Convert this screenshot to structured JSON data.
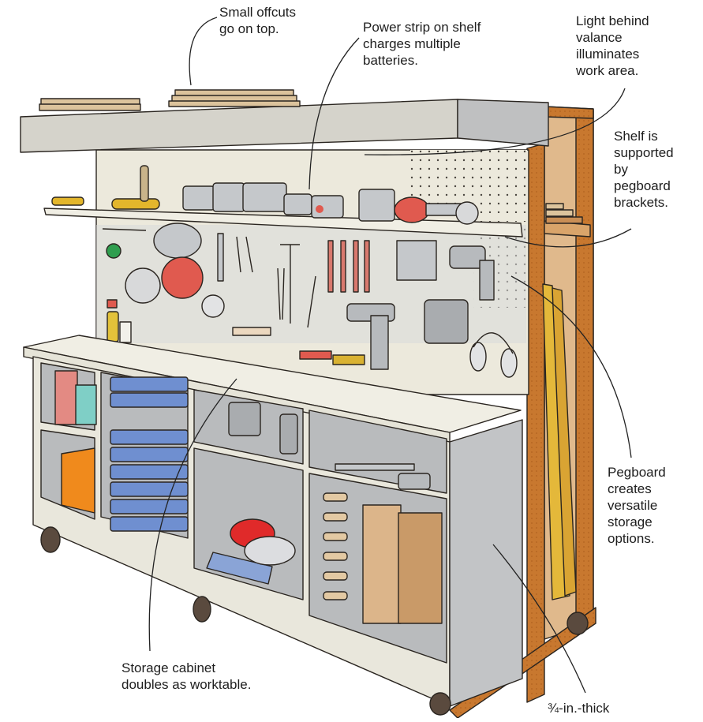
{
  "figure": {
    "title": "Mobile tool storage cart with pegboard, storage cabinet and lumber rack",
    "colors": {
      "cabinet": "#e9e7dc",
      "cabinet_shadow": "#b9bbbd",
      "pegboard": "#ece9dc",
      "plywood_frame": "#c8782f",
      "plywood_light": "#e0b98c",
      "offcuts": "#dcc39c",
      "organizer_blue": "#6f8fd0",
      "accent_red": "#e05a4f",
      "accent_orange": "#f08a1c",
      "accent_teal": "#7fcfc6",
      "accent_pink": "#e38a83",
      "wheel": "#5a4a3e"
    }
  },
  "annotations": [
    {
      "id": "offcuts",
      "text": "Small offcuts\ngo on top."
    },
    {
      "id": "power",
      "text": "Power strip on shelf\ncharges multiple\nbatteries."
    },
    {
      "id": "light",
      "text": "Light behind\nvalance\nilluminates\nwork area."
    },
    {
      "id": "shelf",
      "text": "Shelf is\nsupported\nby\npegboard\nbrackets."
    },
    {
      "id": "pegboard",
      "text": "Pegboard\ncreates\nversatile\nstorage\noptions."
    },
    {
      "id": "storage",
      "text": "Storage cabinet\ndoubles as worktable."
    },
    {
      "id": "thick",
      "text": "¾-in.-thick"
    }
  ],
  "parts": {
    "valance": "valance",
    "pegboard": "pegboard",
    "upper_shelf": "shelf",
    "worktable": "worktable top",
    "cabinet": "storage cabinet",
    "frame": "lumber rack frame",
    "casters": "casters"
  }
}
